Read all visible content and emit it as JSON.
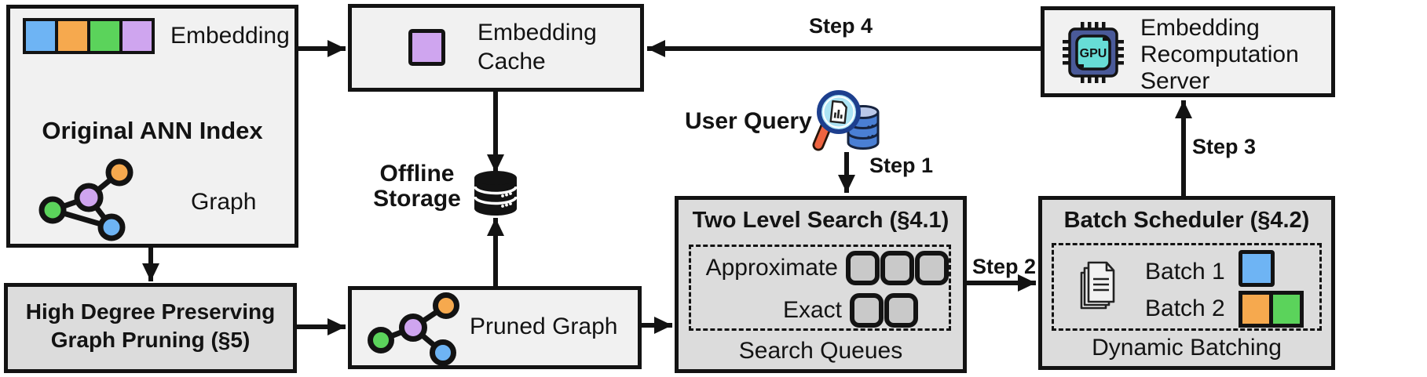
{
  "colors": {
    "blue": "#6EB4F4",
    "orange": "#F6A94E",
    "green": "#5BD35B",
    "purple": "#CFA5EF",
    "light_box": "#F1F1F1",
    "gray_box": "#DCDCDC",
    "slot_fill": "#C9C9C9",
    "line": "#131313"
  },
  "ann_index": {
    "title": "Original ANN Index",
    "embedding_label": "Embedding",
    "graph_label": "Graph"
  },
  "pruning": {
    "line1": "High Degree Preserving",
    "line2": "Graph Pruning (§5)"
  },
  "cache": {
    "line1": "Embedding",
    "line2": "Cache"
  },
  "offline_storage": {
    "line1": "Offline",
    "line2": "Storage"
  },
  "pruned_graph": {
    "label": "Pruned Graph"
  },
  "user_query": {
    "label": "User Query"
  },
  "steps": {
    "s1": "Step 1",
    "s2": "Step 2",
    "s3": "Step 3",
    "s4": "Step 4"
  },
  "two_level": {
    "title": "Two Level Search (§4.1)",
    "approximate": "Approximate",
    "exact": "Exact",
    "caption": "Search Queues",
    "approximate_slots": 3,
    "exact_slots": 2
  },
  "batch": {
    "title": "Batch Scheduler (§4.2)",
    "batch1": "Batch 1",
    "batch2": "Batch 2",
    "caption": "Dynamic Batching"
  },
  "server": {
    "line1": "Embedding",
    "line2": "Recomputation",
    "line3": "Server",
    "chip_label": "GPU"
  },
  "icons": {
    "embedding-vector-strip": "row of 4 colored embedding squares",
    "graph-icon": "4-node graph, 4 edges",
    "pruned-graph-icon": "4-node star graph, 3 edges",
    "database-icon": "black database cylinder",
    "query-magnifier-database-icon": "magnifier over document and blue database",
    "gpu-chip-icon": "GPU chip with pins",
    "documents-stack-icon": "stack of pages with text lines"
  }
}
